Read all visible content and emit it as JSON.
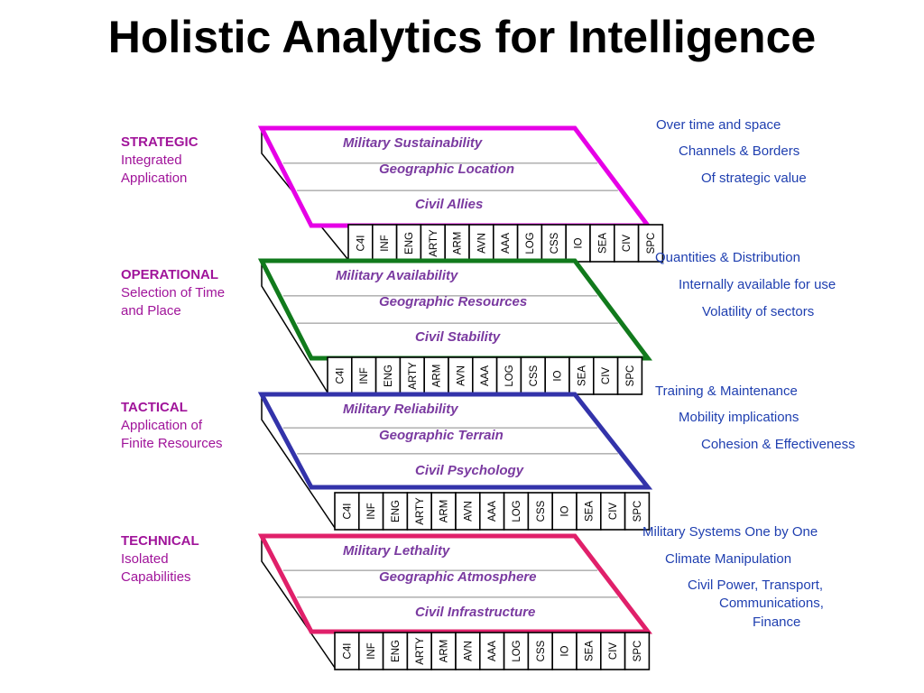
{
  "title": "Holistic Analytics for Intelligence",
  "colors": {
    "label_text": "#a0149a",
    "note_text": "#1f3fb0",
    "plate_text": "#7a3aa0",
    "outline": "#000000"
  },
  "function_codes": [
    "C4I",
    "INF",
    "ENG",
    "ARTY",
    "ARM",
    "AVN",
    "AAA",
    "LOG",
    "CSS",
    "IO",
    "SEA",
    "CIV",
    "SPC"
  ],
  "levels": [
    {
      "name": "STRATEGIC",
      "desc": [
        "Integrated",
        "Application"
      ],
      "color": "#e600e6",
      "rows": [
        "Military Sustainability",
        "Geographic Location",
        "Civil Allies"
      ],
      "notes": [
        "Over time and space",
        "Channels & Borders",
        "Of strategic value"
      ]
    },
    {
      "name": "OPERATIONAL",
      "desc": [
        "Selection of Time",
        "and Place"
      ],
      "color": "#117a1c",
      "rows": [
        "Military Availability",
        "Geographic Resources",
        "Civil Stability"
      ],
      "notes": [
        "Quantities & Distribution",
        "Internally available for use",
        "Volatility  of sectors"
      ]
    },
    {
      "name": "TACTICAL",
      "desc": [
        "Application of",
        "Finite Resources"
      ],
      "color": "#3333aa",
      "rows": [
        "Military Reliability",
        "Geographic Terrain",
        "Civil Psychology"
      ],
      "notes": [
        "Training & Maintenance",
        "Mobility implications",
        "Cohesion & Effectiveness"
      ]
    },
    {
      "name": "TECHNICAL",
      "desc": [
        "Isolated",
        "Capabilities"
      ],
      "color": "#e0206a",
      "rows": [
        "Military Lethality",
        "Geographic Atmosphere",
        "Civil Infrastructure"
      ],
      "notes": [
        "Military Systems One by One",
        "Climate Manipulation",
        "Civil Power, Transport,",
        "Communications,",
        "Finance"
      ]
    }
  ]
}
